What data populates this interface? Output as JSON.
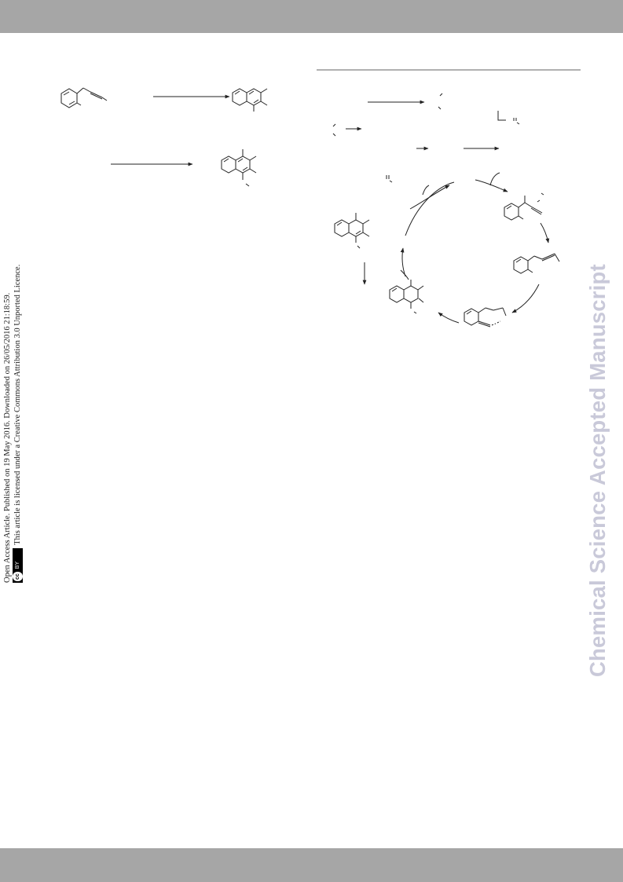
{
  "header": {
    "color": "#a6a6a6"
  },
  "footer": {
    "color": "#a6a6a6"
  },
  "open_access": {
    "line1": "Open Access Article. Published on 19 May 2016. Downloaded on 26/05/2016 21:18:59.",
    "line2": "This article is licensed under a Creative Commons Attribution 3.0 Unported Licence.",
    "badge_cc": "cc",
    "badge_by": "BY"
  },
  "watermark": {
    "text": "Chemical Science Accepted Manuscript",
    "color": "#c9c9d9"
  },
  "figures": {
    "left_scheme": "reaction-arrows-with-naphthalene-products",
    "right_scheme": "catalytic-cycle"
  }
}
